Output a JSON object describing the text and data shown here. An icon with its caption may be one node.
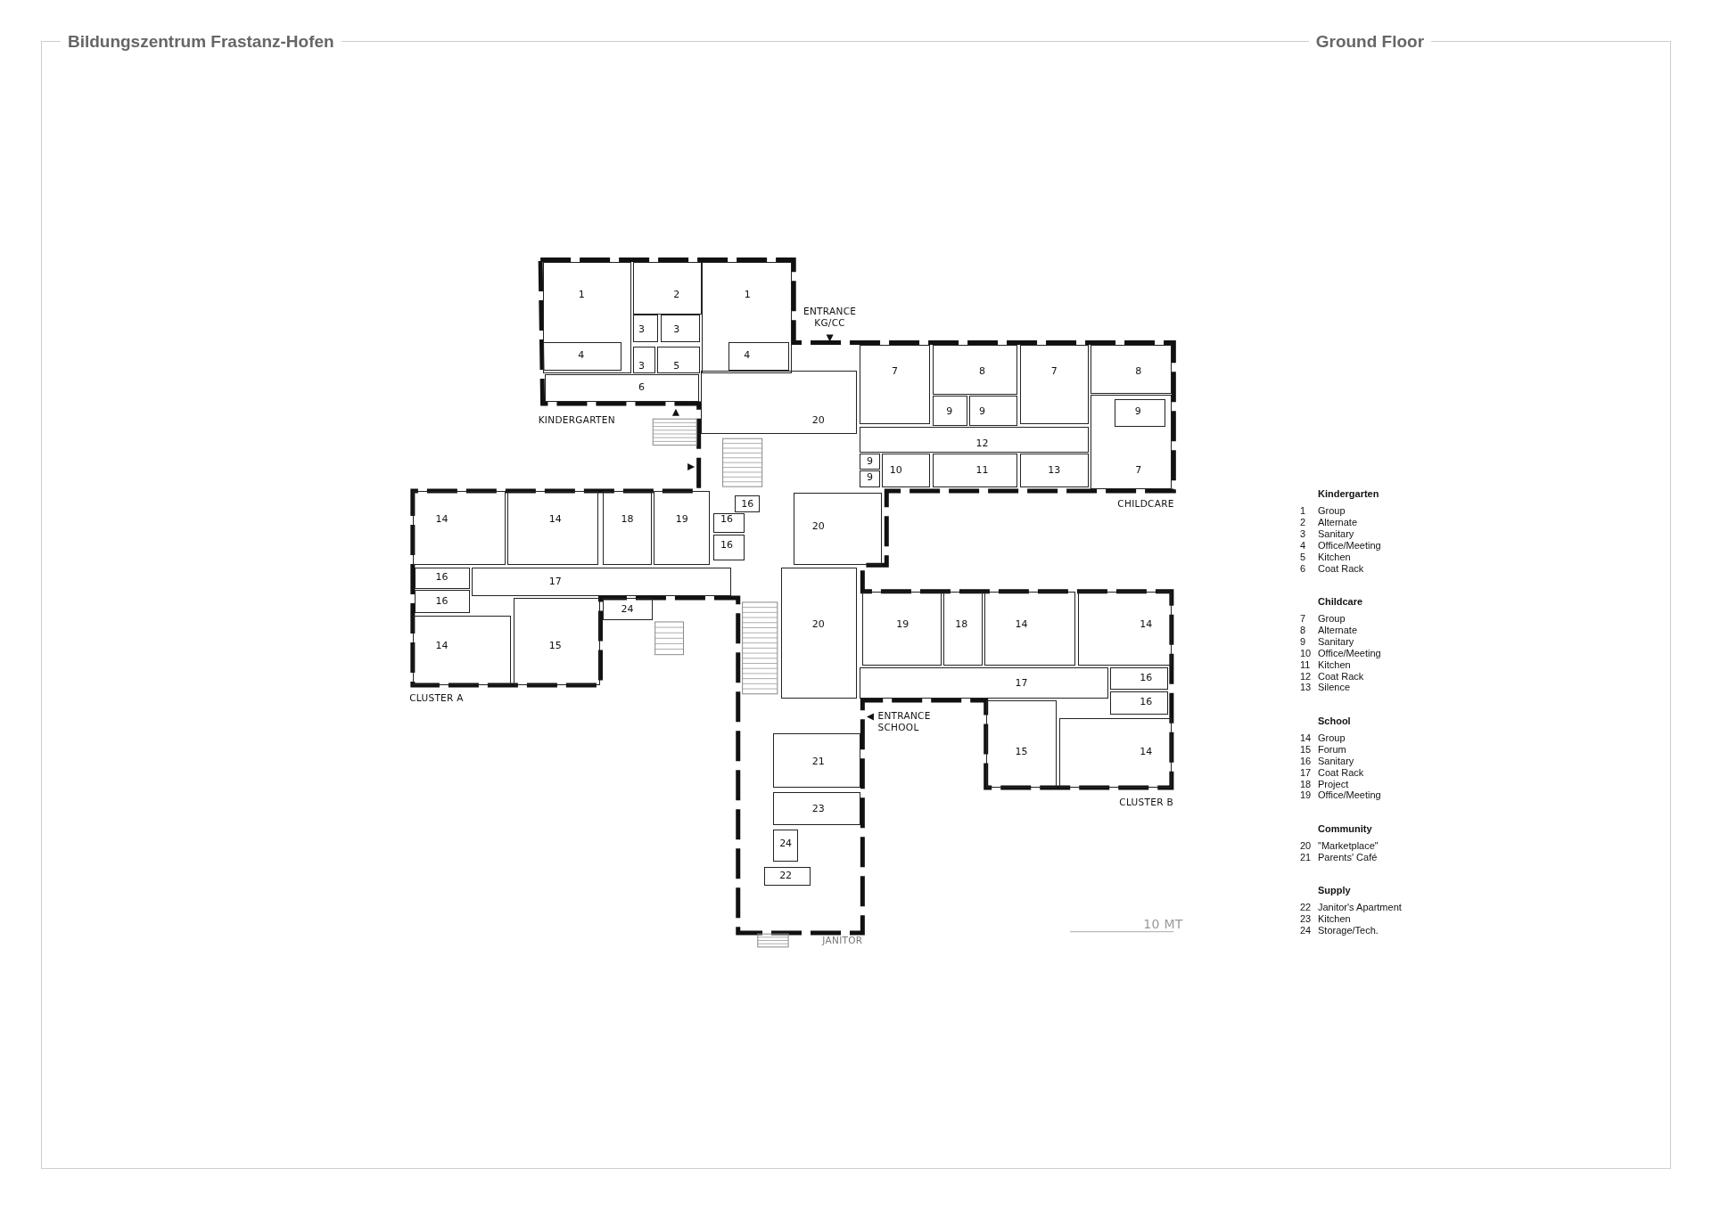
{
  "diagram": {
    "title": "Bildungszentrum Frastanz-Hofen",
    "nodes": [
      {
        "text": [
          "1"
        ]
      },
      {
        "text": [
          "4"
        ],
        "in": 0
      },
      {
        "text": [
          "2"
        ]
      },
      {
        "text": [
          "3"
        ]
      },
      {
        "text": [
          "3"
        ]
      },
      {
        "text": [
          "3"
        ]
      },
      {
        "text": [
          "5"
        ]
      },
      {
        "text": [
          "1"
        ]
      },
      {
        "text": [
          "4"
        ],
        "in": 7
      },
      {
        "text": [
          "6"
        ]
      },
      {
        "text": [
          "7"
        ]
      },
      {
        "text": [
          "8"
        ]
      },
      {
        "text": [
          "9"
        ]
      },
      {
        "text": [
          "9"
        ]
      },
      {
        "text": [
          "7"
        ]
      },
      {
        "text": [
          "8"
        ]
      },
      {
        "text": [
          "7"
        ]
      },
      {
        "text": [
          "9"
        ],
        "in": 16
      },
      {
        "text": [
          "12"
        ]
      },
      {
        "text": [
          "9"
        ]
      },
      {
        "text": [
          "9"
        ]
      },
      {
        "text": [
          "10"
        ]
      },
      {
        "text": [
          "11"
        ]
      },
      {
        "text": [
          "13"
        ]
      },
      {
        "text": [
          "20"
        ]
      },
      {
        "text": [
          "14"
        ]
      },
      {
        "text": [
          "14"
        ]
      },
      {
        "text": [
          "18"
        ]
      },
      {
        "text": [
          "19"
        ]
      },
      {
        "text": [
          "16"
        ]
      },
      {
        "text": [
          "16"
        ]
      },
      {
        "text": [
          "16"
        ]
      },
      {
        "text": [
          "20"
        ]
      },
      {
        "text": [
          "16"
        ]
      },
      {
        "text": [
          "16"
        ]
      },
      {
        "text": [
          "17"
        ]
      },
      {
        "text": [
          "24"
        ]
      },
      {
        "text": [
          "14"
        ]
      },
      {
        "text": [
          "15"
        ]
      },
      {
        "text": [
          "20"
        ]
      },
      {
        "text": [
          "19"
        ]
      },
      {
        "text": [
          "18"
        ]
      },
      {
        "text": [
          "14"
        ]
      },
      {
        "text": [
          "14"
        ]
      },
      {
        "text": [
          "17"
        ]
      },
      {
        "text": [
          "16"
        ]
      },
      {
        "text": [
          "16"
        ]
      },
      {
        "text": [
          "15"
        ]
      },
      {
        "text": [
          "14"
        ]
      },
      {
        "text": [
          "21"
        ]
      },
      {
        "text": [
          "23"
        ]
      },
      {
        "text": [
          "24"
        ]
      },
      {
        "text": [
          "22"
        ]
      }
    ],
    "labels": [
      "Ground Floor",
      "ENTRANCE KG/CC",
      "KINDERGARTEN",
      "CHILDCARE",
      "CLUSTER A",
      "ENTRANCE SCHOOL",
      "CLUSTER B",
      "JANITOR",
      "10 MT",
      "Kindergarten",
      "1",
      "Group",
      "2",
      "Alternate",
      "3",
      "Sanitary",
      "4",
      "Office/Meeting",
      "5",
      "Kitchen",
      "6",
      "Coat Rack",
      "Childcare",
      "7",
      "Group",
      "8",
      "Alternate",
      "9",
      "Sanitary",
      "10",
      "Office/Meeting",
      "11",
      "Kitchen",
      "12",
      "Coat Rack",
      "13",
      "Silence",
      "School",
      "14",
      "Group",
      "15",
      "Forum",
      "16",
      "Sanitary",
      "17",
      "Coat Rack",
      "18",
      "Project",
      "19",
      "Office/Meeting",
      "Community",
      "20",
      "\"Marketplace\"",
      "21",
      "Parents' Café",
      "Supply",
      "22",
      "Janitor's Apartment",
      "23",
      "Kitchen",
      "24",
      "Storage/Tech."
    ]
  }
}
